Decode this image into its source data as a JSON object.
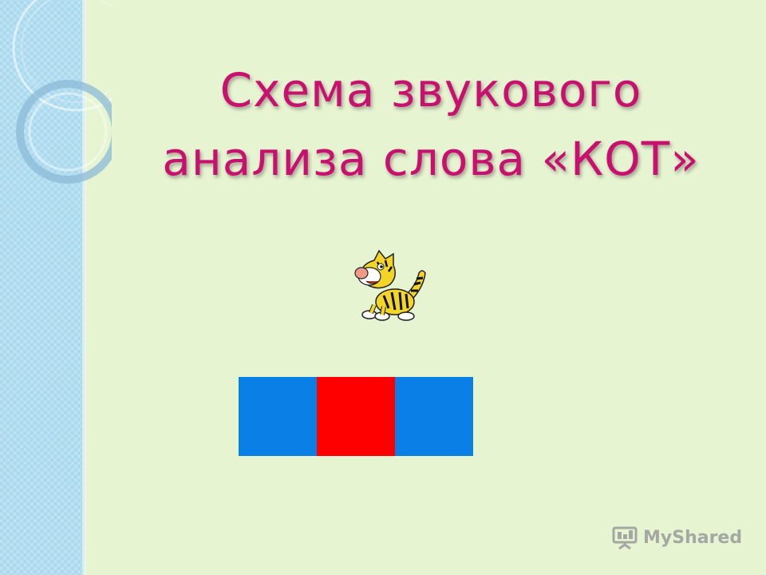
{
  "slide": {
    "title_line1": "Схема звукового",
    "title_line2": "анализа слова «КОТ»"
  },
  "scheme": {
    "boxes": [
      {
        "kind": "consonant",
        "color": "#0a7fe6"
      },
      {
        "kind": "vowel",
        "color": "#ff0000"
      },
      {
        "kind": "consonant",
        "color": "#0a7fe6"
      }
    ]
  },
  "colors": {
    "title": "#c8106e",
    "background": "#e6f4d2",
    "side_panel": "#a9d9ee"
  },
  "watermark": {
    "text": "MyShared",
    "icon": "presentation-board-icon"
  },
  "image": {
    "icon": "cartoon-cat-icon"
  }
}
